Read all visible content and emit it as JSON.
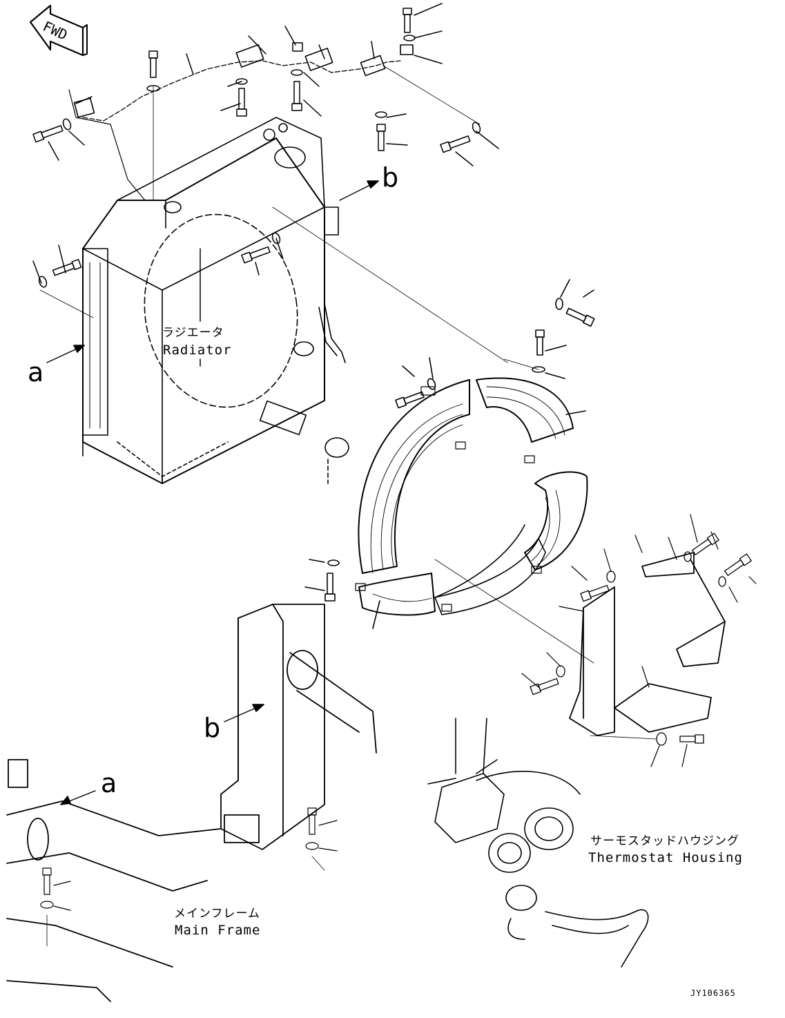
{
  "direction": {
    "fwd": "FWD"
  },
  "refs": {
    "a": "a",
    "b": "b"
  },
  "radiator": {
    "jp": "ラジエータ",
    "en": "Radiator"
  },
  "thermostat": {
    "jp": "サーモスタッドハウジング",
    "en": "Thermostat Housing"
  },
  "main_frame": {
    "jp": "メインフレーム",
    "en": "Main Frame"
  },
  "drawing_code": "JY106365",
  "colors": {
    "line": "#000000",
    "background": "#ffffff"
  }
}
